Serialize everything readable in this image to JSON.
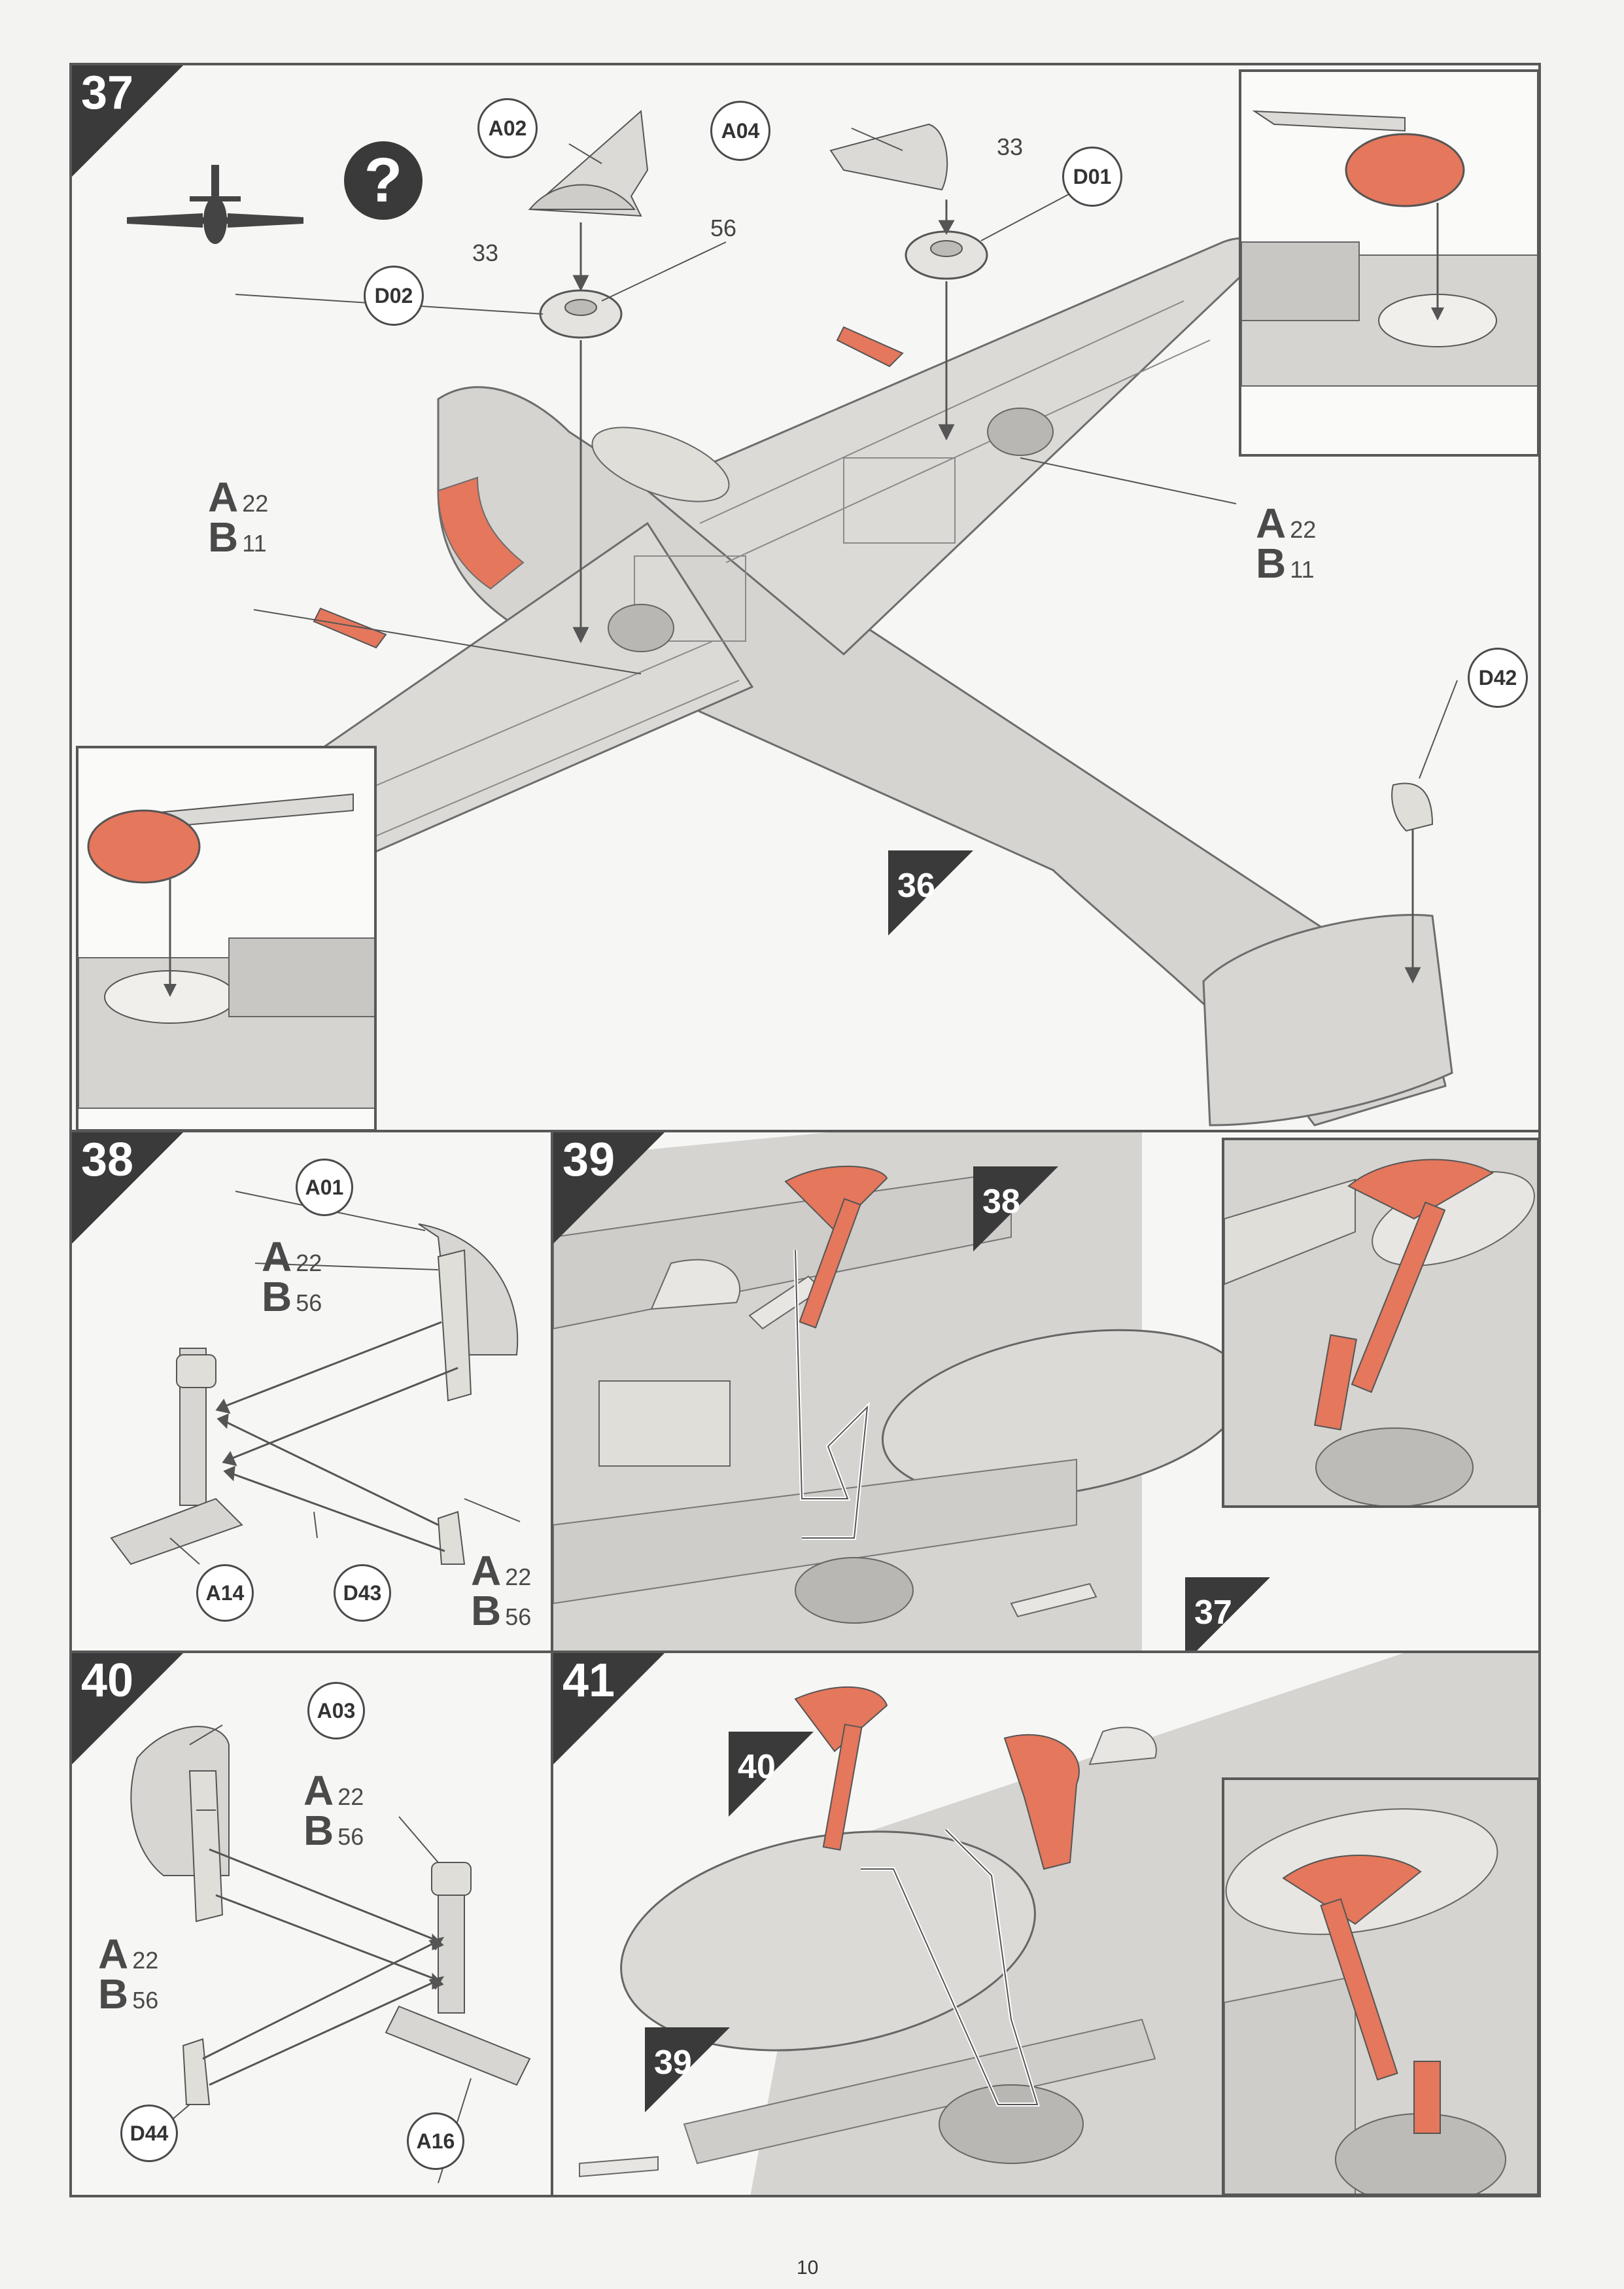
{
  "page": {
    "number": "10"
  },
  "step37": {
    "number": "37",
    "parts": {
      "a02": "A02",
      "a04": "A04",
      "d01": "D01",
      "d02": "D02",
      "d42": "D42"
    },
    "labels": {
      "p33_left": "33",
      "p56": "56",
      "p33_right": "33"
    },
    "sprue_left": {
      "a": "A",
      "a_num": "22",
      "b": "B",
      "b_num": "11"
    },
    "sprue_right": {
      "a": "A",
      "a_num": "22",
      "b": "B",
      "b_num": "11"
    },
    "ref_step": "36",
    "question_mark": "?"
  },
  "step38": {
    "number": "38",
    "parts": {
      "a01": "A01",
      "a14": "A14",
      "d43": "D43"
    },
    "sprue_top": {
      "a": "A",
      "a_num": "22",
      "b": "B",
      "b_num": "56"
    },
    "sprue_bottom": {
      "a": "A",
      "a_num": "22",
      "b": "B",
      "b_num": "56"
    }
  },
  "step39": {
    "number": "39",
    "ref_top": "38",
    "ref_bottom": "37"
  },
  "step40": {
    "number": "40",
    "parts": {
      "a03": "A03",
      "a16": "A16",
      "d44": "D44"
    },
    "sprue_top": {
      "a": "A",
      "a_num": "22",
      "b": "B",
      "b_num": "56"
    },
    "sprue_left": {
      "a": "A",
      "a_num": "22",
      "b": "B",
      "b_num": "56"
    }
  },
  "step41": {
    "number": "41",
    "ref_top": "40",
    "ref_bottom": "39"
  },
  "colors": {
    "frame": "#585858",
    "highlight": "#e4775c",
    "metal": "#d8d6d2",
    "badge": "#3a3a3a"
  }
}
